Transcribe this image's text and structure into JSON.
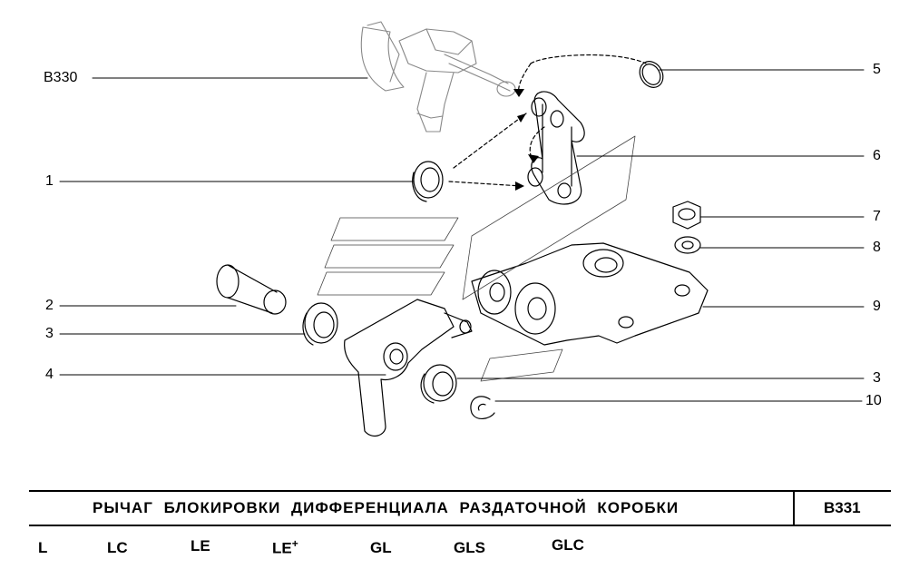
{
  "callouts": {
    "ref_b330": "B330",
    "n1": "1",
    "n2": "2",
    "n3a": "3",
    "n3b": "3",
    "n4": "4",
    "n5": "5",
    "n6": "6",
    "n7": "7",
    "n8": "8",
    "n9": "9",
    "n10": "10"
  },
  "title_block": {
    "title": "РЫЧАГ БЛОКИРОВКИ ДИФФЕРЕНЦИАЛА РАЗДАТОЧНОЙ КОРОБКИ",
    "code": "B331"
  },
  "variants": {
    "v1": "L",
    "v2": "LC",
    "v3": "LE",
    "v4": "LE",
    "v4_suffix": "+",
    "v5": "GL",
    "v6": "GLS",
    "v7": "GLC"
  }
}
